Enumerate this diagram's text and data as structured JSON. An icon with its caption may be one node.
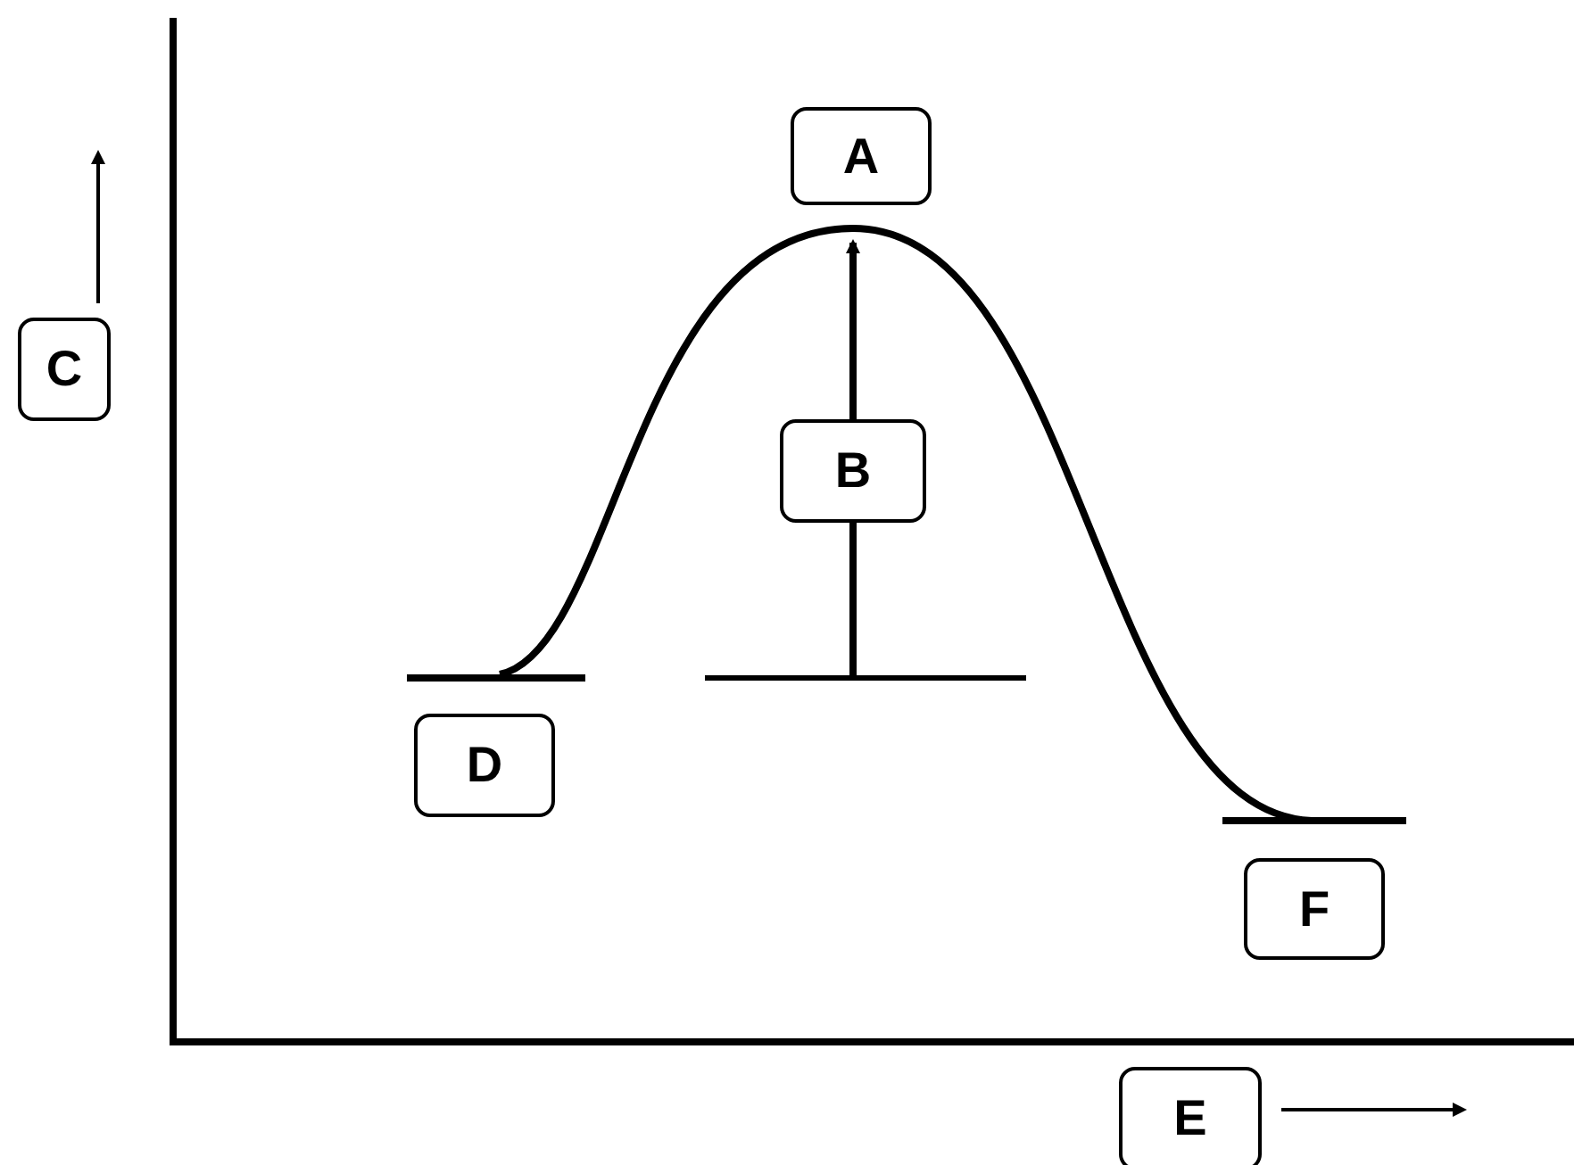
{
  "diagram": {
    "nodes": [
      {
        "text": [
          "A"
        ]
      },
      {
        "text": [
          "C"
        ]
      },
      {
        "text": [
          "B"
        ]
      },
      {
        "text": [
          "D"
        ]
      },
      {
        "text": [
          "F"
        ]
      },
      {
        "text": [
          "E"
        ]
      }
    ]
  }
}
